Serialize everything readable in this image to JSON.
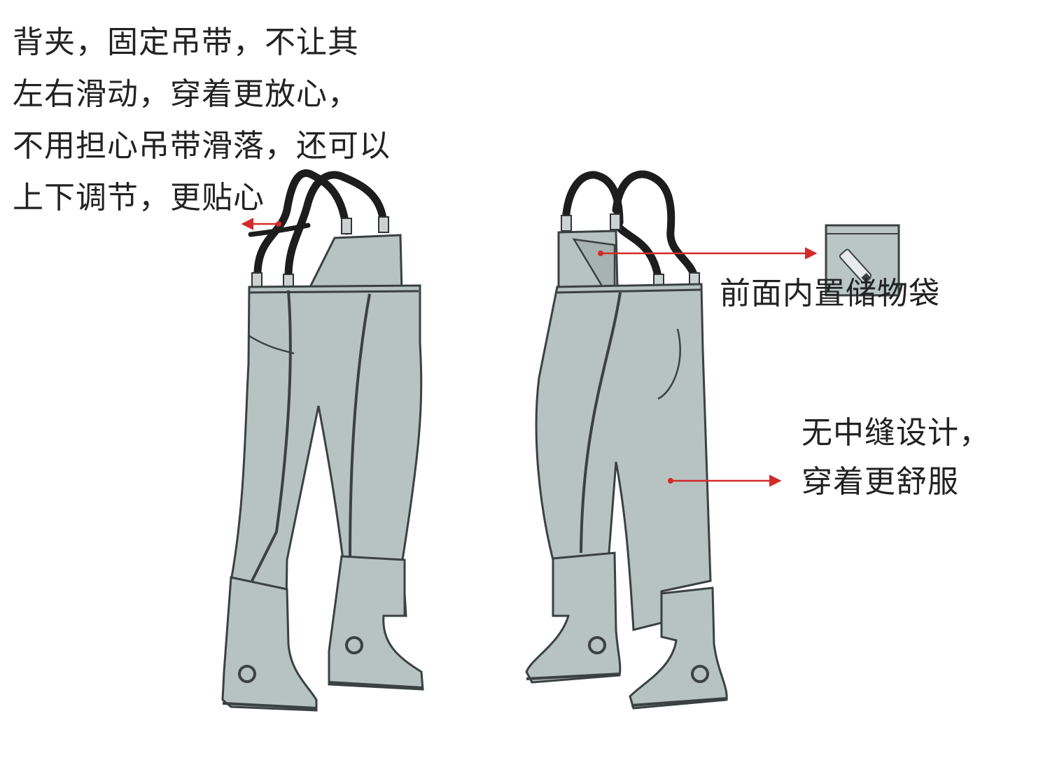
{
  "colors": {
    "fabric": "#b6c3c1",
    "outline": "#3b4142",
    "strap": "#1d1d1d",
    "arrow": "#d42a2a"
  },
  "annotations": {
    "left_note": {
      "lines": [
        "背夹，固定吊带，不让其",
        "左右滑动，穿着更放心，",
        "不用担心吊带滑落，还可以",
        "上下调节，更贴心"
      ]
    },
    "pocket_note": "前面内置储物袋",
    "seam_note": {
      "lines": [
        "无中缝设计，",
        "穿着更舒服"
      ]
    }
  },
  "icons": [
    "arrow-left-icon",
    "arrow-right-icon",
    "pocket-icon"
  ]
}
